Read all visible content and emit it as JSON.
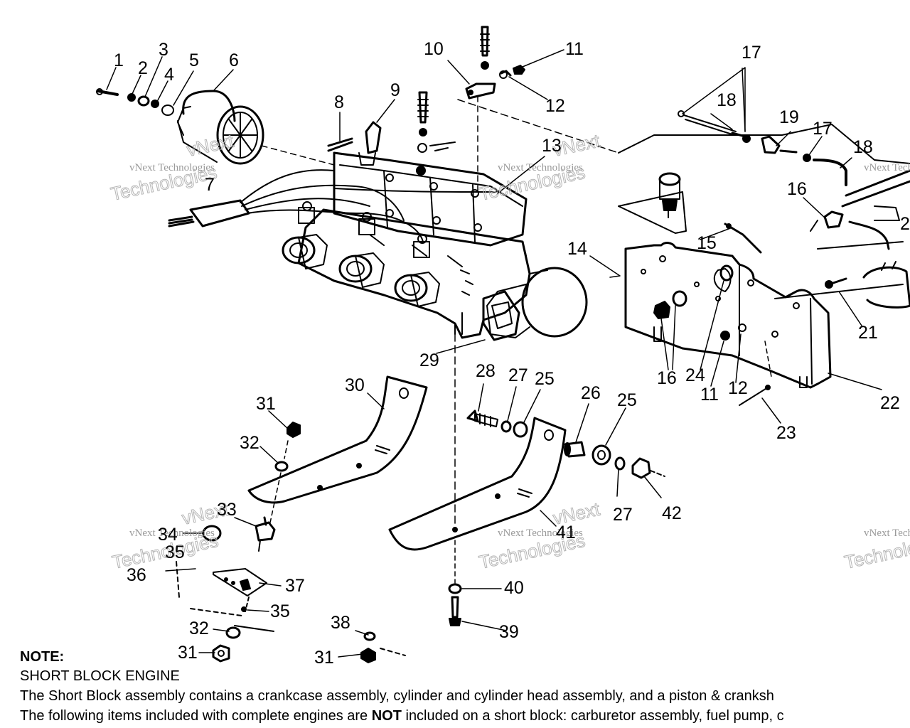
{
  "diagram": {
    "watermark": {
      "line1": "vNext Technologies",
      "line2": "Technologies",
      "line3": "vNext"
    },
    "callouts": [
      {
        "id": "c1",
        "text": "1"
      },
      {
        "id": "c2",
        "text": "2"
      },
      {
        "id": "c3",
        "text": "3"
      },
      {
        "id": "c4",
        "text": "4"
      },
      {
        "id": "c5",
        "text": "5"
      },
      {
        "id": "c6",
        "text": "6"
      },
      {
        "id": "c7",
        "text": "7"
      },
      {
        "id": "c8",
        "text": "8"
      },
      {
        "id": "c9",
        "text": "9"
      },
      {
        "id": "c10",
        "text": "10"
      },
      {
        "id": "c11a",
        "text": "11"
      },
      {
        "id": "c12a",
        "text": "12"
      },
      {
        "id": "c13",
        "text": "13"
      },
      {
        "id": "c14",
        "text": "14"
      },
      {
        "id": "c15",
        "text": "15"
      },
      {
        "id": "c16a",
        "text": "16"
      },
      {
        "id": "c16b",
        "text": "16"
      },
      {
        "id": "c17a",
        "text": "17"
      },
      {
        "id": "c17b",
        "text": "17"
      },
      {
        "id": "c18a",
        "text": "18"
      },
      {
        "id": "c18b",
        "text": "18"
      },
      {
        "id": "c19",
        "text": "19"
      },
      {
        "id": "c21",
        "text": "21"
      },
      {
        "id": "c22",
        "text": "22"
      },
      {
        "id": "c23",
        "text": "23"
      },
      {
        "id": "c24",
        "text": "24"
      },
      {
        "id": "c11b",
        "text": "11"
      },
      {
        "id": "c12b",
        "text": "12"
      },
      {
        "id": "c25a",
        "text": "25"
      },
      {
        "id": "c25b",
        "text": "25"
      },
      {
        "id": "c26",
        "text": "26"
      },
      {
        "id": "c27a",
        "text": "27"
      },
      {
        "id": "c27b",
        "text": "27"
      },
      {
        "id": "c28",
        "text": "28"
      },
      {
        "id": "c29",
        "text": "29"
      },
      {
        "id": "c30",
        "text": "30"
      },
      {
        "id": "c31a",
        "text": "31"
      },
      {
        "id": "c31b",
        "text": "31"
      },
      {
        "id": "c31c",
        "text": "31"
      },
      {
        "id": "c32a",
        "text": "32"
      },
      {
        "id": "c32b",
        "text": "32"
      },
      {
        "id": "c33",
        "text": "33"
      },
      {
        "id": "c34",
        "text": "34"
      },
      {
        "id": "c35a",
        "text": "35"
      },
      {
        "id": "c35b",
        "text": "35"
      },
      {
        "id": "c36",
        "text": "36"
      },
      {
        "id": "c37",
        "text": "37"
      },
      {
        "id": "c38",
        "text": "38"
      },
      {
        "id": "c39",
        "text": "39"
      },
      {
        "id": "c40",
        "text": "40"
      },
      {
        "id": "c41",
        "text": "41"
      },
      {
        "id": "c42",
        "text": "42"
      },
      {
        "id": "c2r",
        "text": "2"
      }
    ]
  },
  "note": {
    "heading": "NOTE:",
    "subheading": "SHORT BLOCK ENGINE",
    "line1": "The Short Block assembly contains a crankcase assembly, cylinder and cylinder head assembly, and a piston & cranksh",
    "line2_before": "The following items included with complete engines are ",
    "line2_bold": "NOT",
    "line2_after": " included on a short block:  carburetor assembly, fuel pump, c"
  }
}
